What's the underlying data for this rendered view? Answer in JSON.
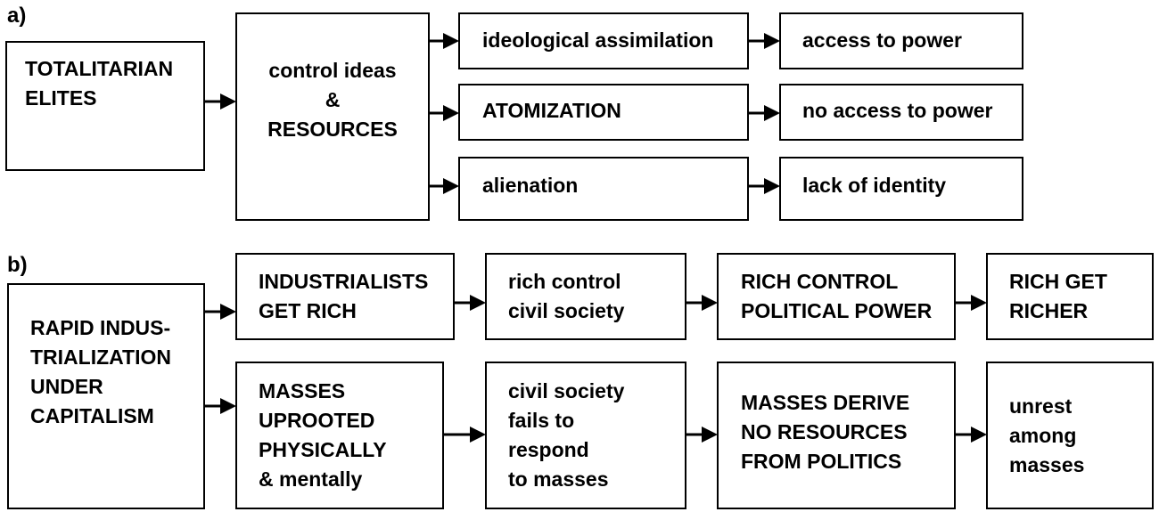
{
  "panel_a": {
    "label": "a)",
    "elites": "TOTALITARIAN\nELITES",
    "control": "control ideas\n&\nRESOURCES",
    "assimilation": "ideological assimilation",
    "atomization": "ATOMIZATION",
    "alienation": "alienation",
    "access": "access to power",
    "no_access": "no access to power",
    "lack_identity": "lack of identity"
  },
  "panel_b": {
    "label": "b)",
    "rapid": "RAPID INDUS-\nTRIALIZATION\nUNDER\nCAPITALISM",
    "industrialists": "INDUSTRIALISTS\nGET RICH",
    "rich_control_civil": "rich control\ncivil society",
    "rich_control_political": "RICH CONTROL\nPOLITICAL POWER",
    "rich_richer": "RICH GET\nRICHER",
    "masses_uprooted": "MASSES\nUPROOTED\nPHYSICALLY\n& mentally",
    "civil_fails": "civil society\nfails to\nrespond\nto masses",
    "masses_derive": "MASSES DERIVE\nNO RESOURCES\nFROM POLITICS",
    "unrest": "unrest\namong\nmasses"
  }
}
